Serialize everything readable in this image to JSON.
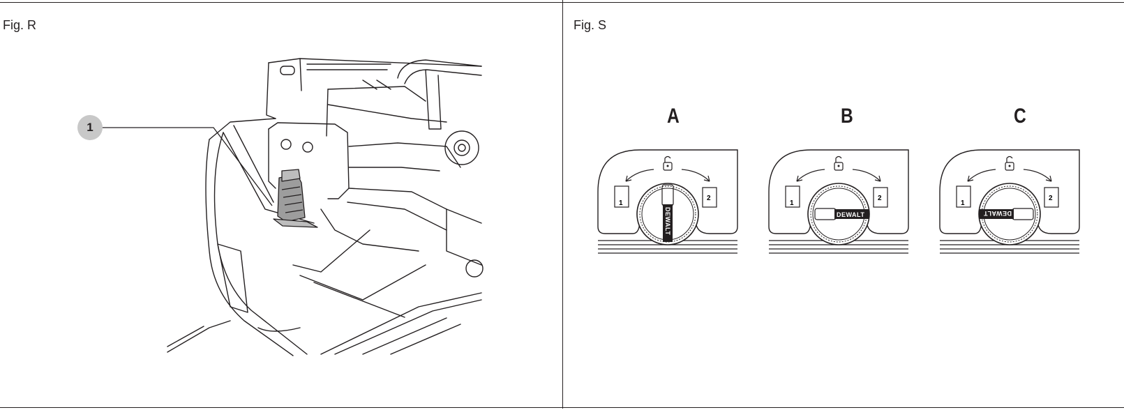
{
  "figures": {
    "fig_r": {
      "label": "Fig. R",
      "callout": "1"
    },
    "fig_s": {
      "label": "Fig. S",
      "dials": [
        {
          "letter": "A",
          "brand": "DEWALT"
        },
        {
          "letter": "B",
          "brand": "DEWALT"
        },
        {
          "letter": "C",
          "brand": "DEWALT"
        }
      ],
      "position_labels": [
        "1",
        "2"
      ]
    }
  }
}
